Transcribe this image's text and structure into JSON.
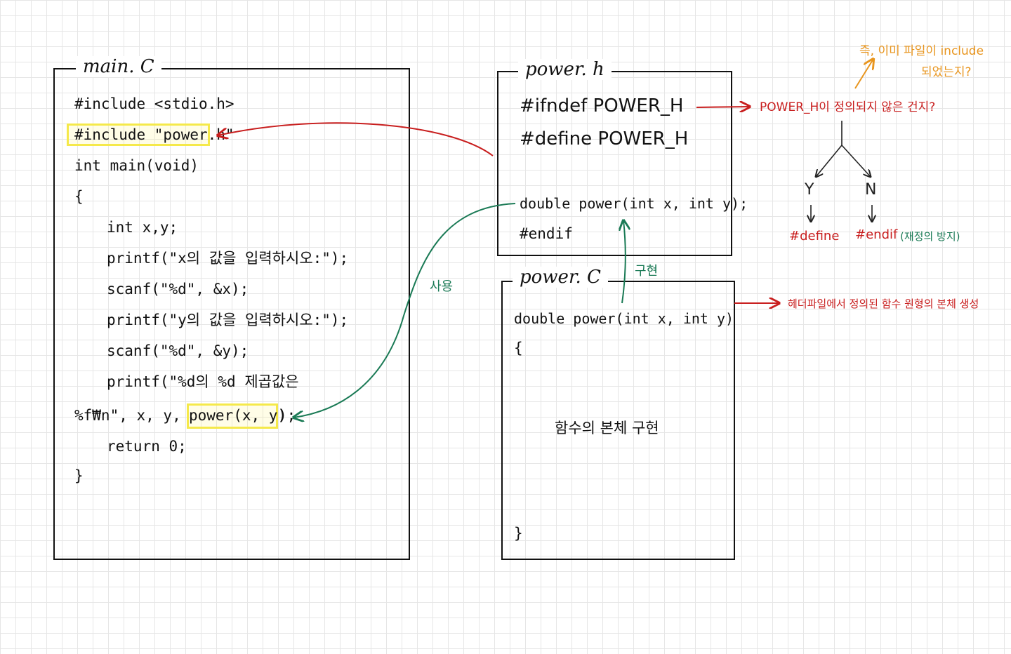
{
  "main_c": {
    "title": "main. C",
    "lines": [
      "#include <stdio.h>",
      "#include \"power.h\"",
      "int main(void)",
      "{",
      "int x,y;",
      "printf(\"x의 값을 입력하시오:\");",
      "scanf(\"%d\", &x);",
      "printf(\"y의 값을 입력하시오:\");",
      "scanf(\"%d\", &y);",
      "printf(\"%d의 %d 제곱값은",
      "%f₩n\", x, y, ",
      "power(x, y)",
      ");",
      "return 0;",
      "}"
    ]
  },
  "power_h": {
    "title": "power. h",
    "lines": [
      "#ifndef POWER_H",
      "#define POWER_H",
      "double power(int x, int y);",
      "#endif"
    ]
  },
  "power_c": {
    "title": "power. C",
    "lines": [
      "double power(int x, int y)",
      "{",
      "함수의 본체 구현",
      "}"
    ]
  },
  "annotations": {
    "ifndef_question": "POWER_H이 정의되지 않은 건지?",
    "orange_line1": "즉, 이미 파일이 include",
    "orange_line2": "되었는지?",
    "branch_yes": "Y",
    "branch_no": "N",
    "yes_result": "#define",
    "no_result": "#endif",
    "no_note": "(재정의 방지)",
    "usage_label": "사용",
    "impl_label": "구현",
    "power_c_note": "헤더파일에서 정의된 함수 원형의 본체 생성"
  },
  "colors": {
    "red": "#c81e1e",
    "green": "#1a7a55",
    "orange": "#e8951e",
    "highlight": "#f5e94a"
  }
}
